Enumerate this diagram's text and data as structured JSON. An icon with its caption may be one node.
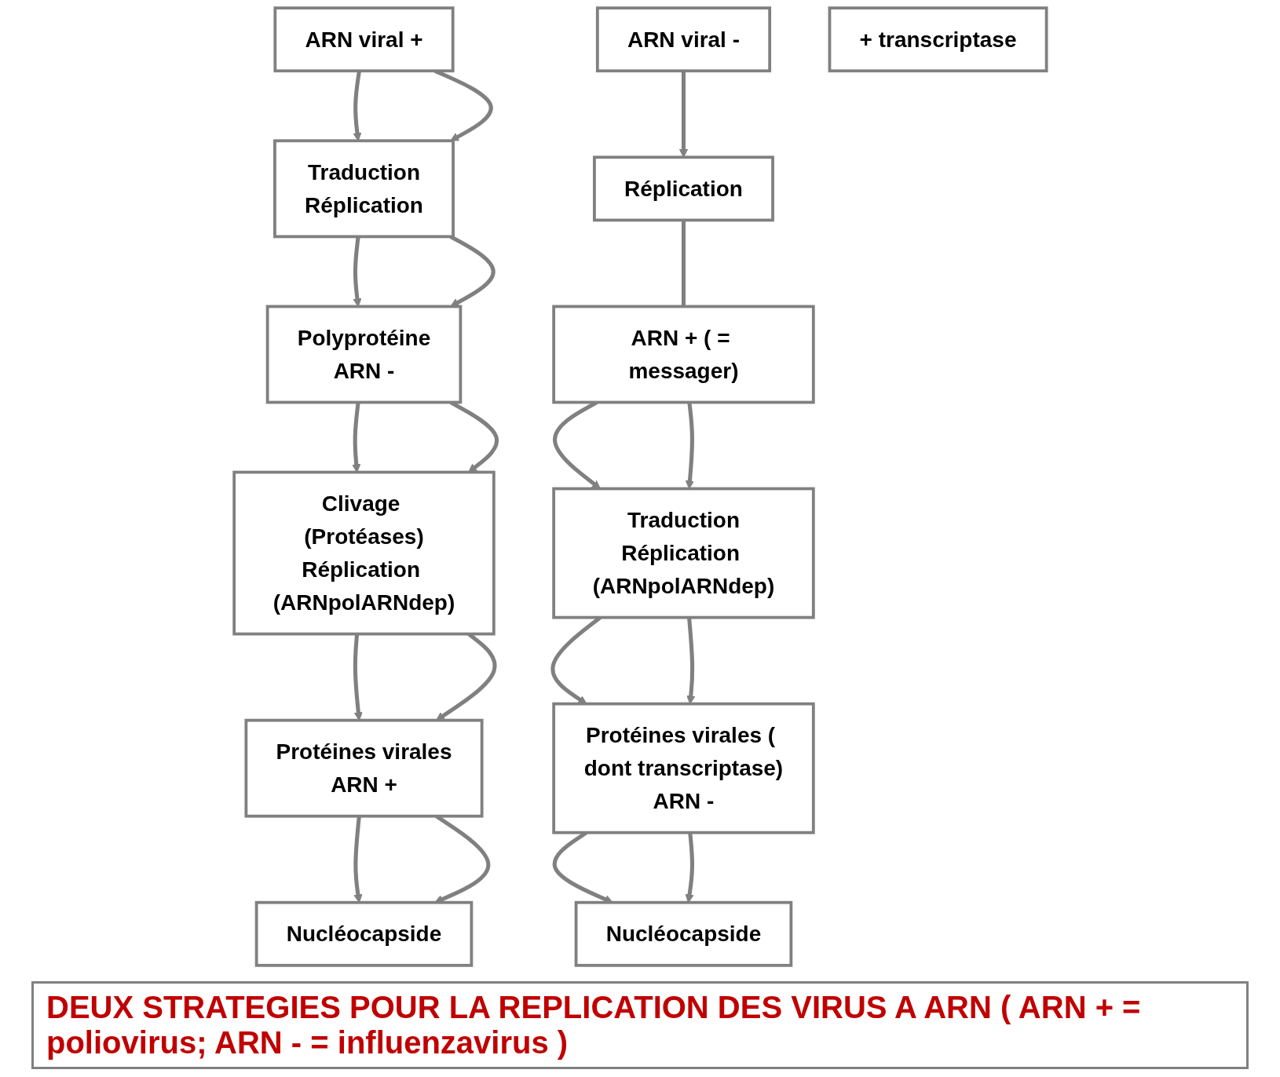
{
  "diagram": {
    "caption": "DEUX STRATEGIES POUR LA REPLICATION DES VIRUS A ARN ( ARN + = poliovirus; ARN - = influenzavirus )",
    "nodes": [
      {
        "text": [
          "ARN viral +"
        ]
      },
      {
        "text": [
          "Traduction",
          "Réplication"
        ]
      },
      {
        "text": [
          "Polyprotéine",
          "ARN -"
        ]
      },
      {
        "text": [
          "Clivage (Protéases)",
          "Réplication (ARNpolARNdep)"
        ]
      },
      {
        "text": [
          "Protéines virales",
          "ARN +"
        ]
      },
      {
        "text": [
          "Nucléocapside"
        ]
      },
      {
        "text": [
          "ARN viral -"
        ]
      },
      {
        "text": [
          "+ transcriptase"
        ]
      },
      {
        "text": [
          "Réplication"
        ]
      },
      {
        "text": [
          "ARN + ( = messager)"
        ]
      },
      {
        "text": [
          "Traduction",
          "Réplication (ARNpolARNdep)"
        ]
      },
      {
        "text": [
          "Protéines virales ( dont transcriptase)",
          "ARN -"
        ]
      },
      {
        "text": [
          "Nucléocapside"
        ]
      }
    ],
    "edges": [
      {
        "from": 0,
        "to": 1,
        "arrow": "to"
      },
      {
        "from": 0,
        "to": 1,
        "arrow": "to"
      },
      {
        "from": 1,
        "to": 2,
        "arrow": "to"
      },
      {
        "from": 1,
        "to": 2,
        "arrow": "to"
      },
      {
        "from": 2,
        "to": 3,
        "arrow": "to"
      },
      {
        "from": 2,
        "to": 3,
        "arrow": "to"
      },
      {
        "from": 3,
        "to": 4,
        "arrow": "to"
      },
      {
        "from": 3,
        "to": 4,
        "arrow": "to"
      },
      {
        "from": 4,
        "to": 5,
        "arrow": "to"
      },
      {
        "from": 4,
        "to": 5,
        "arrow": "to"
      },
      {
        "from": 6,
        "to": 8,
        "arrow": "to"
      },
      {
        "from": 8,
        "to": 9,
        "arrow": "none"
      },
      {
        "from": 9,
        "to": 10,
        "arrow": "to"
      },
      {
        "from": 9,
        "to": 10,
        "arrow": "to"
      },
      {
        "from": 10,
        "to": 11,
        "arrow": "to"
      },
      {
        "from": 10,
        "to": 11,
        "arrow": "to"
      },
      {
        "from": 11,
        "to": 12,
        "arrow": "to"
      },
      {
        "from": 11,
        "to": 12,
        "arrow": "to"
      }
    ]
  }
}
